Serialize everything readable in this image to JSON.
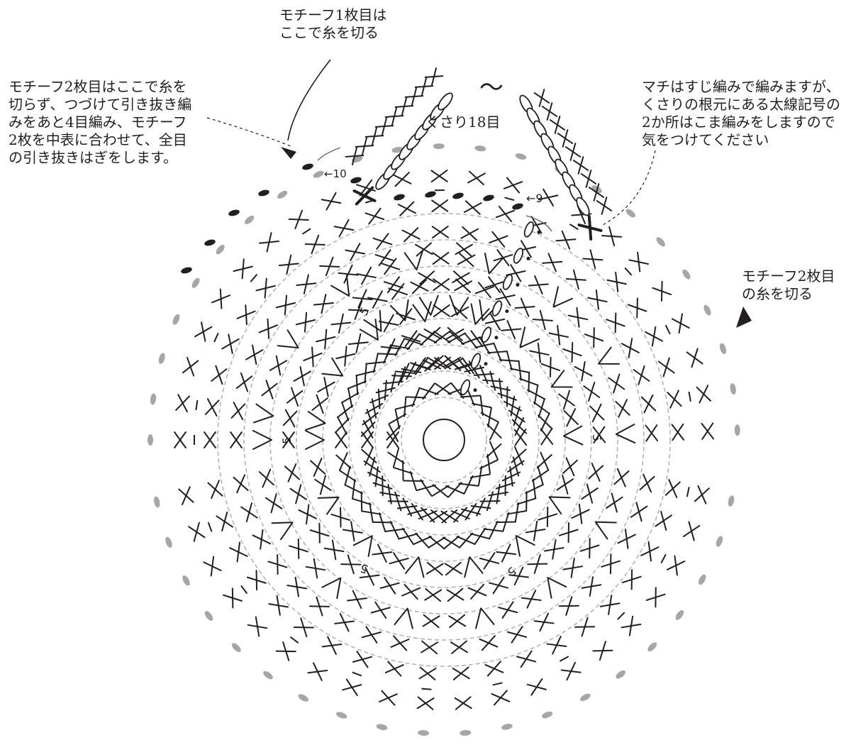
{
  "annotations": {
    "motif1_cut": "モチーフ1枚目は\nここで糸を切る",
    "motif2_join": "モチーフ2枚目はここで糸を\n切らず、つづけて引き抜き編\nみをあと4目編み、モチーフ\n2枚を中表に合わせて、全目\nの引き抜きはぎをします。",
    "gusset_note": "マチはすじ編みで編みますが、\nくさりの根元にある太線記号の\n2か所はこま編みをしますので\n気をつけてください",
    "motif2_cut": "モチーフ2枚目\nの糸を切る",
    "chain_label": "くさり18目",
    "tilde": "〜"
  },
  "row_labels": {
    "row10": "←10",
    "row9": "←9",
    "five": "5"
  },
  "colors": {
    "ink": "#231f20",
    "guide_ring": "#b3b3b3",
    "slip_stitch_grey": "#a6a6a6"
  },
  "legend_icons": [
    "single-crochet-symbol",
    "increase-v-symbol",
    "slip-stitch-symbol",
    "chain-symbol",
    "magic-ring-symbol",
    "leader-arrow-icon"
  ]
}
